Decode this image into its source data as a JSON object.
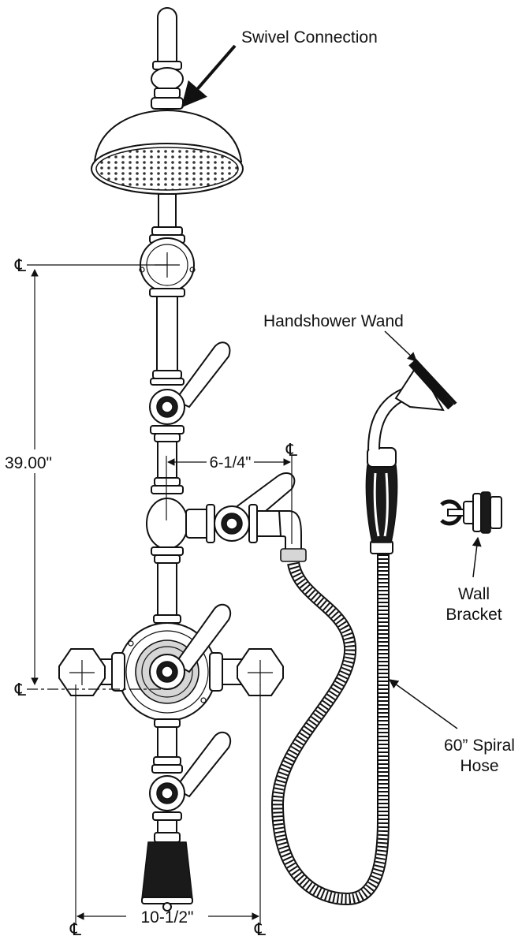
{
  "labels": {
    "swivel_connection": "Swivel Connection",
    "handshower_wand": "Handshower Wand",
    "wall_bracket_line1": "Wall",
    "wall_bracket_line2": "Bracket",
    "spiral_hose_line1": "60” Spiral",
    "spiral_hose_line2": "Hose"
  },
  "dimensions": {
    "height": "39.00\"",
    "offset": "6-1/4\"",
    "width": "10-1/2\""
  },
  "centerline_symbol": "℄",
  "colors": {
    "ink": "#111111",
    "shade": "#d6d6d6",
    "paper": "#ffffff"
  }
}
